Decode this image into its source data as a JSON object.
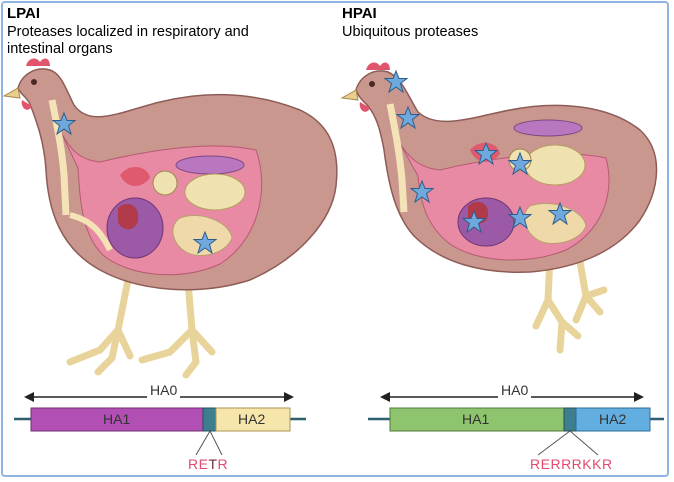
{
  "left": {
    "title": "LPAI",
    "subtitle_line1": "Proteases localized in respiratory and",
    "subtitle_line2": "intestinal organs",
    "bar_label": "HA0",
    "segment1": "HA1",
    "segment2": "HA2",
    "cleavage_red1": "RE",
    "cleavage_dark": "T",
    "cleavage_red2": "R"
  },
  "right": {
    "title": "HPAI",
    "subtitle_line1": "Ubiquitous proteases",
    "bar_label": "HA0",
    "segment1": "HA1",
    "segment2": "HA2",
    "cleavage_red1": "RE",
    "cleavage_mid": "RRRKK",
    "cleavage_red2": "R"
  },
  "colors": {
    "frame": "#8db4e2",
    "lpai_ha1": "#b24fb5",
    "lpai_ha2": "#f6e6ac",
    "hpai_ha1": "#8fc46f",
    "hpai_ha2": "#62aee0",
    "cleavage_text": "#e24a6e",
    "star": "#6fa8dc"
  }
}
